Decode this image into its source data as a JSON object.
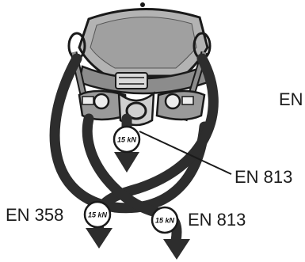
{
  "labels": {
    "en_cut": "EN",
    "en_813_right": "EN 813",
    "en_358": "EN 358",
    "en_813_bottom": "EN 813"
  },
  "badges": {
    "top": "15 kN",
    "left": "15 kN",
    "bottom": "15 kN"
  },
  "colors": {
    "arrow": "#2d2d2d",
    "harness_fill": "#9a9a9a",
    "outline": "#1a1a1a",
    "text": "#1c1c1c"
  }
}
